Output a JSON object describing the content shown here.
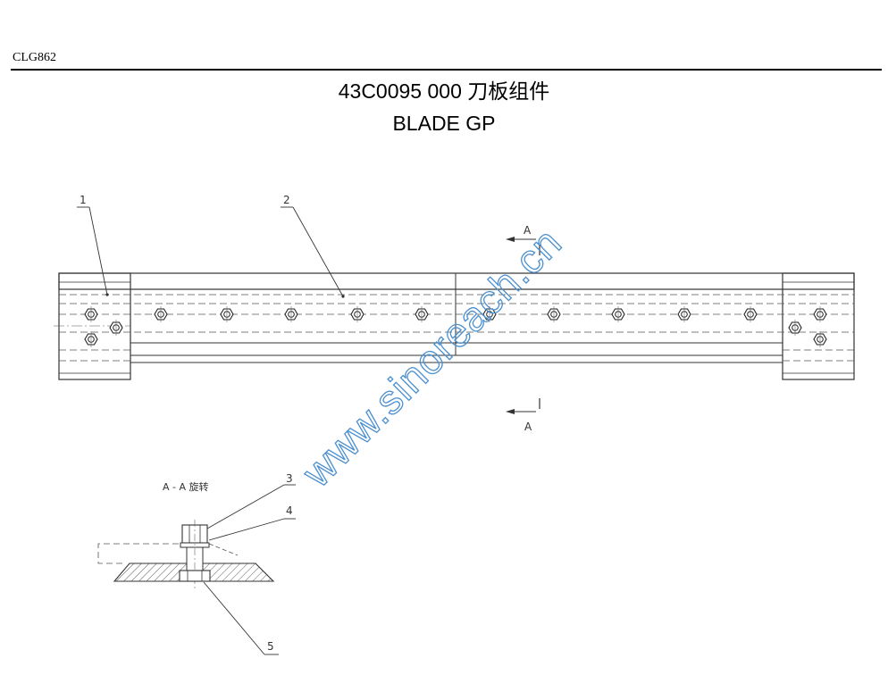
{
  "header": {
    "model_code": "CLG862"
  },
  "title": {
    "main": "43C0095 000  刀板组件",
    "sub": "BLADE GP"
  },
  "drawing": {
    "section_marker": "A",
    "section_view_label": "A - A 旋转",
    "callouts": [
      "1",
      "2",
      "3",
      "4",
      "5"
    ]
  },
  "watermark": {
    "text": "www.sinoreach.cn",
    "color": "#4a8fcf"
  }
}
